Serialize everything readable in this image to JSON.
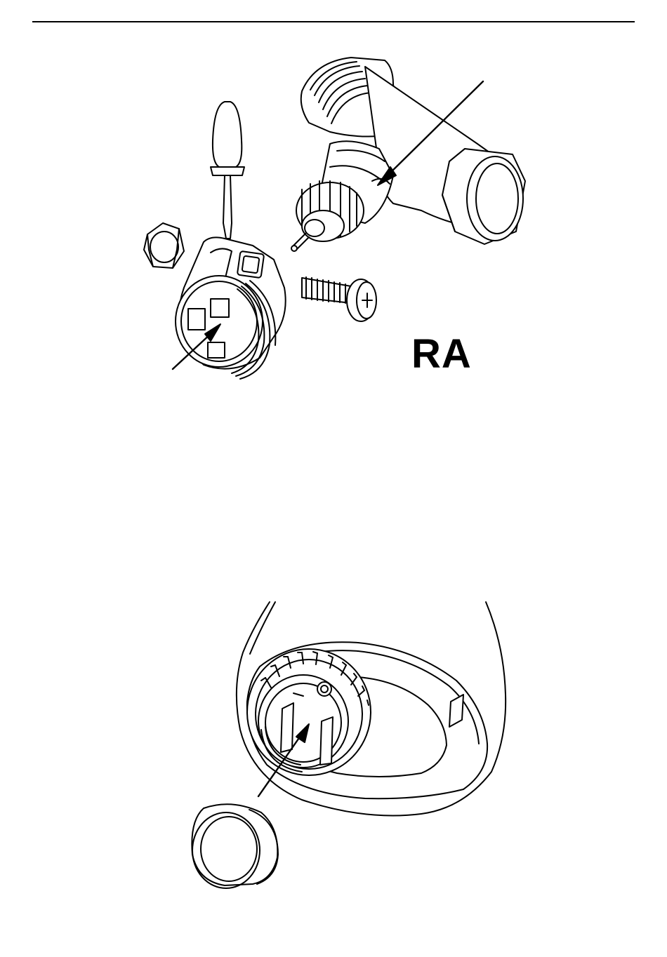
{
  "page": {
    "label": "RA"
  },
  "figures": [
    {
      "name": "valve-adapter-assembly",
      "icon": "valve-adapter-exploded-illustration"
    },
    {
      "name": "thermostat-head-with-ring",
      "icon": "thermostat-head-illustration"
    }
  ],
  "colors": {
    "ink": "#000000",
    "paper": "#ffffff"
  }
}
